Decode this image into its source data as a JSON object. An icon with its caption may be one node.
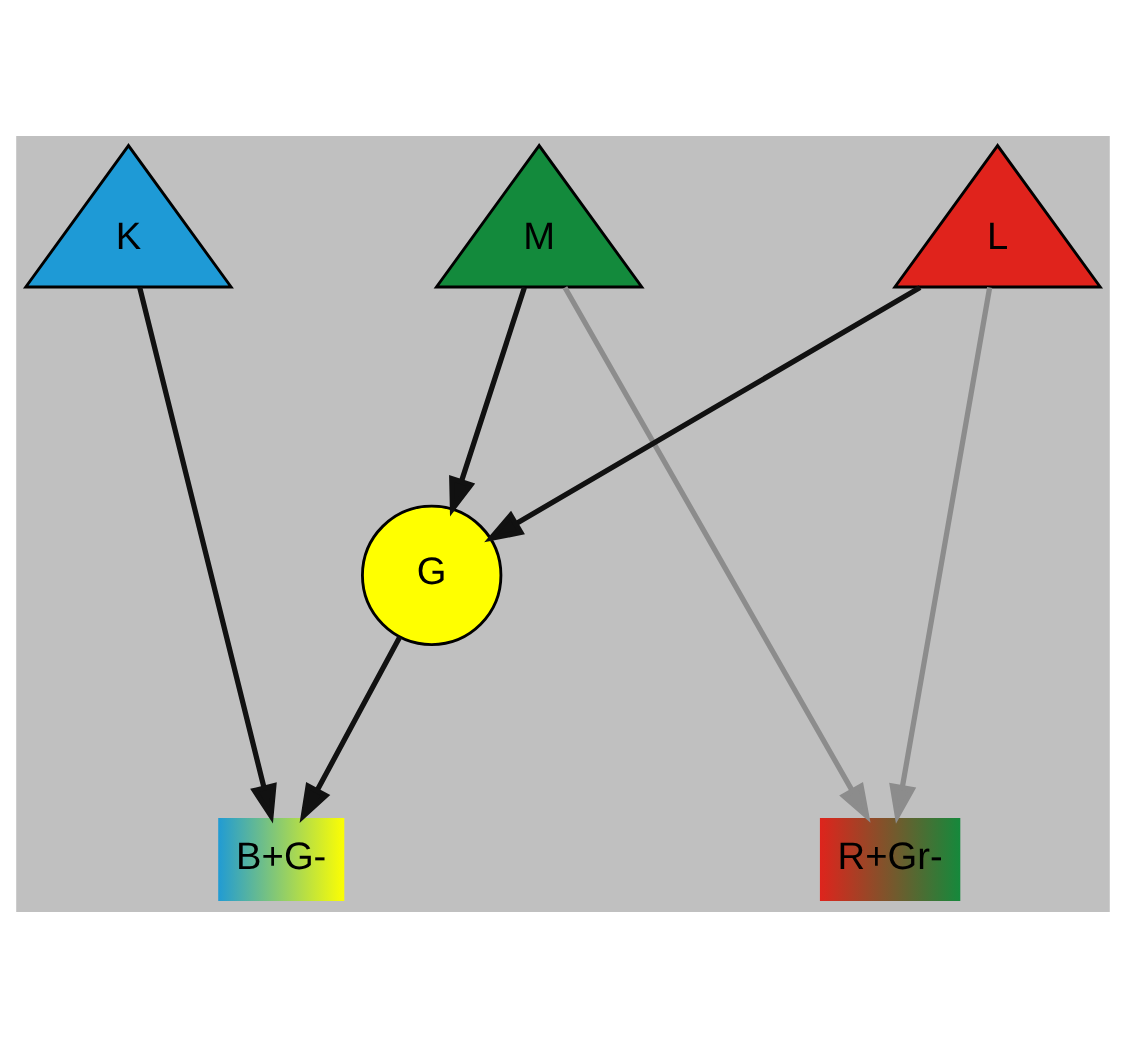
{
  "diagram": {
    "nodes": [
      {
        "text": [
          "K"
        ]
      },
      {
        "text": [
          "M"
        ]
      },
      {
        "text": [
          "L"
        ]
      },
      {
        "text": [
          "G"
        ]
      },
      {
        "text": [
          "B+G-"
        ]
      },
      {
        "text": [
          "R+Gr-"
        ]
      }
    ],
    "edges": [
      {
        "from": 0,
        "to": 4,
        "arrow": "to"
      },
      {
        "from": 1,
        "to": 3,
        "arrow": "to"
      },
      {
        "from": 2,
        "to": 3,
        "arrow": "to"
      },
      {
        "from": 3,
        "to": 4,
        "arrow": "to"
      },
      {
        "from": 1,
        "to": 5,
        "arrow": "to",
        "color": "#8c8c8c"
      },
      {
        "from": 2,
        "to": 5,
        "arrow": "to",
        "color": "#8c8c8c"
      }
    ]
  }
}
